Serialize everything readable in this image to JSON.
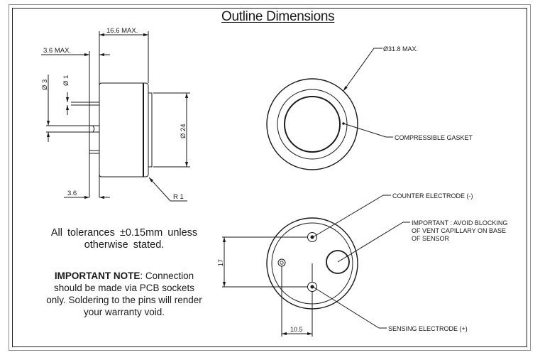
{
  "title": "Outline Dimensions",
  "side_view": {
    "dim_body_length": "16.6  MAX.",
    "dim_pin_length_top": "3.6  MAX.",
    "dim_pin_diameter_large": "Ø 3",
    "dim_pin_diameter_small": "Ø 1",
    "dim_face_diameter": "Ø 24",
    "dim_pin_length_bottom": "3.6",
    "dim_radius": "R 1"
  },
  "top_view": {
    "dim_outer_diameter": "Ø31.8 MAX.",
    "label_gasket": "COMPRESSIBLE GASKET"
  },
  "bottom_view": {
    "label_counter": "COUNTER ELECTRODE (-)",
    "label_vent_line1": "IMPORTANT : AVOID BLOCKING",
    "label_vent_line2": "OF VENT CAPILLARY ON BASE",
    "label_vent_line3": "OF SENSOR",
    "label_sensing": "SENSING ELECTRODE (+)",
    "dim_vertical": "17",
    "dim_horizontal": "10.5"
  },
  "notes": {
    "tolerance_line1": "All tolerances ±0.15mm unless",
    "tolerance_line2": "otherwise stated.",
    "important_bold": "IMPORTANT NOTE",
    "important_rest": ": Connection should be made via PCB sockets only. Soldering to the pins will render your warranty void."
  }
}
